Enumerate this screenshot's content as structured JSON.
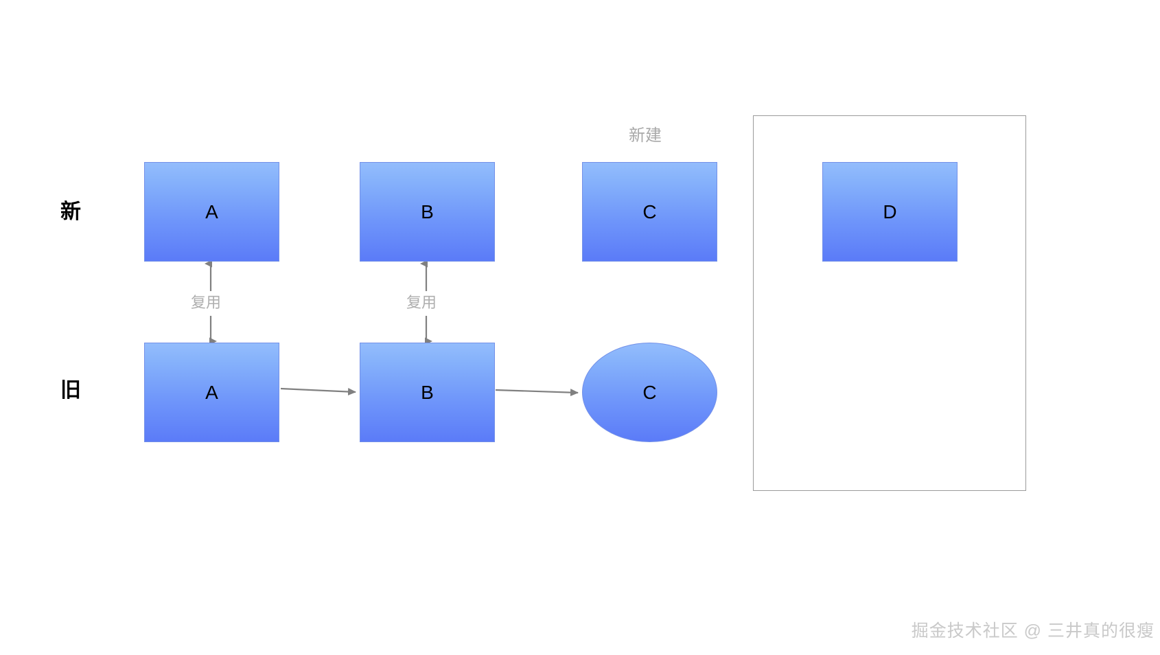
{
  "diagram": {
    "title": "",
    "row_labels": [
      {
        "key": "new",
        "text": "新"
      },
      {
        "key": "old",
        "text": "旧"
      }
    ],
    "nodes": {
      "new_a": "A",
      "new_b": "B",
      "new_c": "C",
      "old_a": "A",
      "old_b": "B",
      "old_c": "C",
      "panel_d": "D"
    },
    "annotations": {
      "new_build": "新建",
      "reuse_a": "复用",
      "reuse_b": "复用"
    },
    "colors": {
      "node_gradient_top": "#93bcfc",
      "node_gradient_bottom": "#5b7bf8",
      "node_border": "#7390e8",
      "arrow": "#808080",
      "annotation_text": "#a9a9a9",
      "panel_border": "#9a9a9a",
      "label_text": "#000000",
      "watermark": "#c9c9c9",
      "background": "#ffffff"
    }
  },
  "watermark": {
    "text": "掘金技术社区 @ 三井真的很瘦"
  }
}
